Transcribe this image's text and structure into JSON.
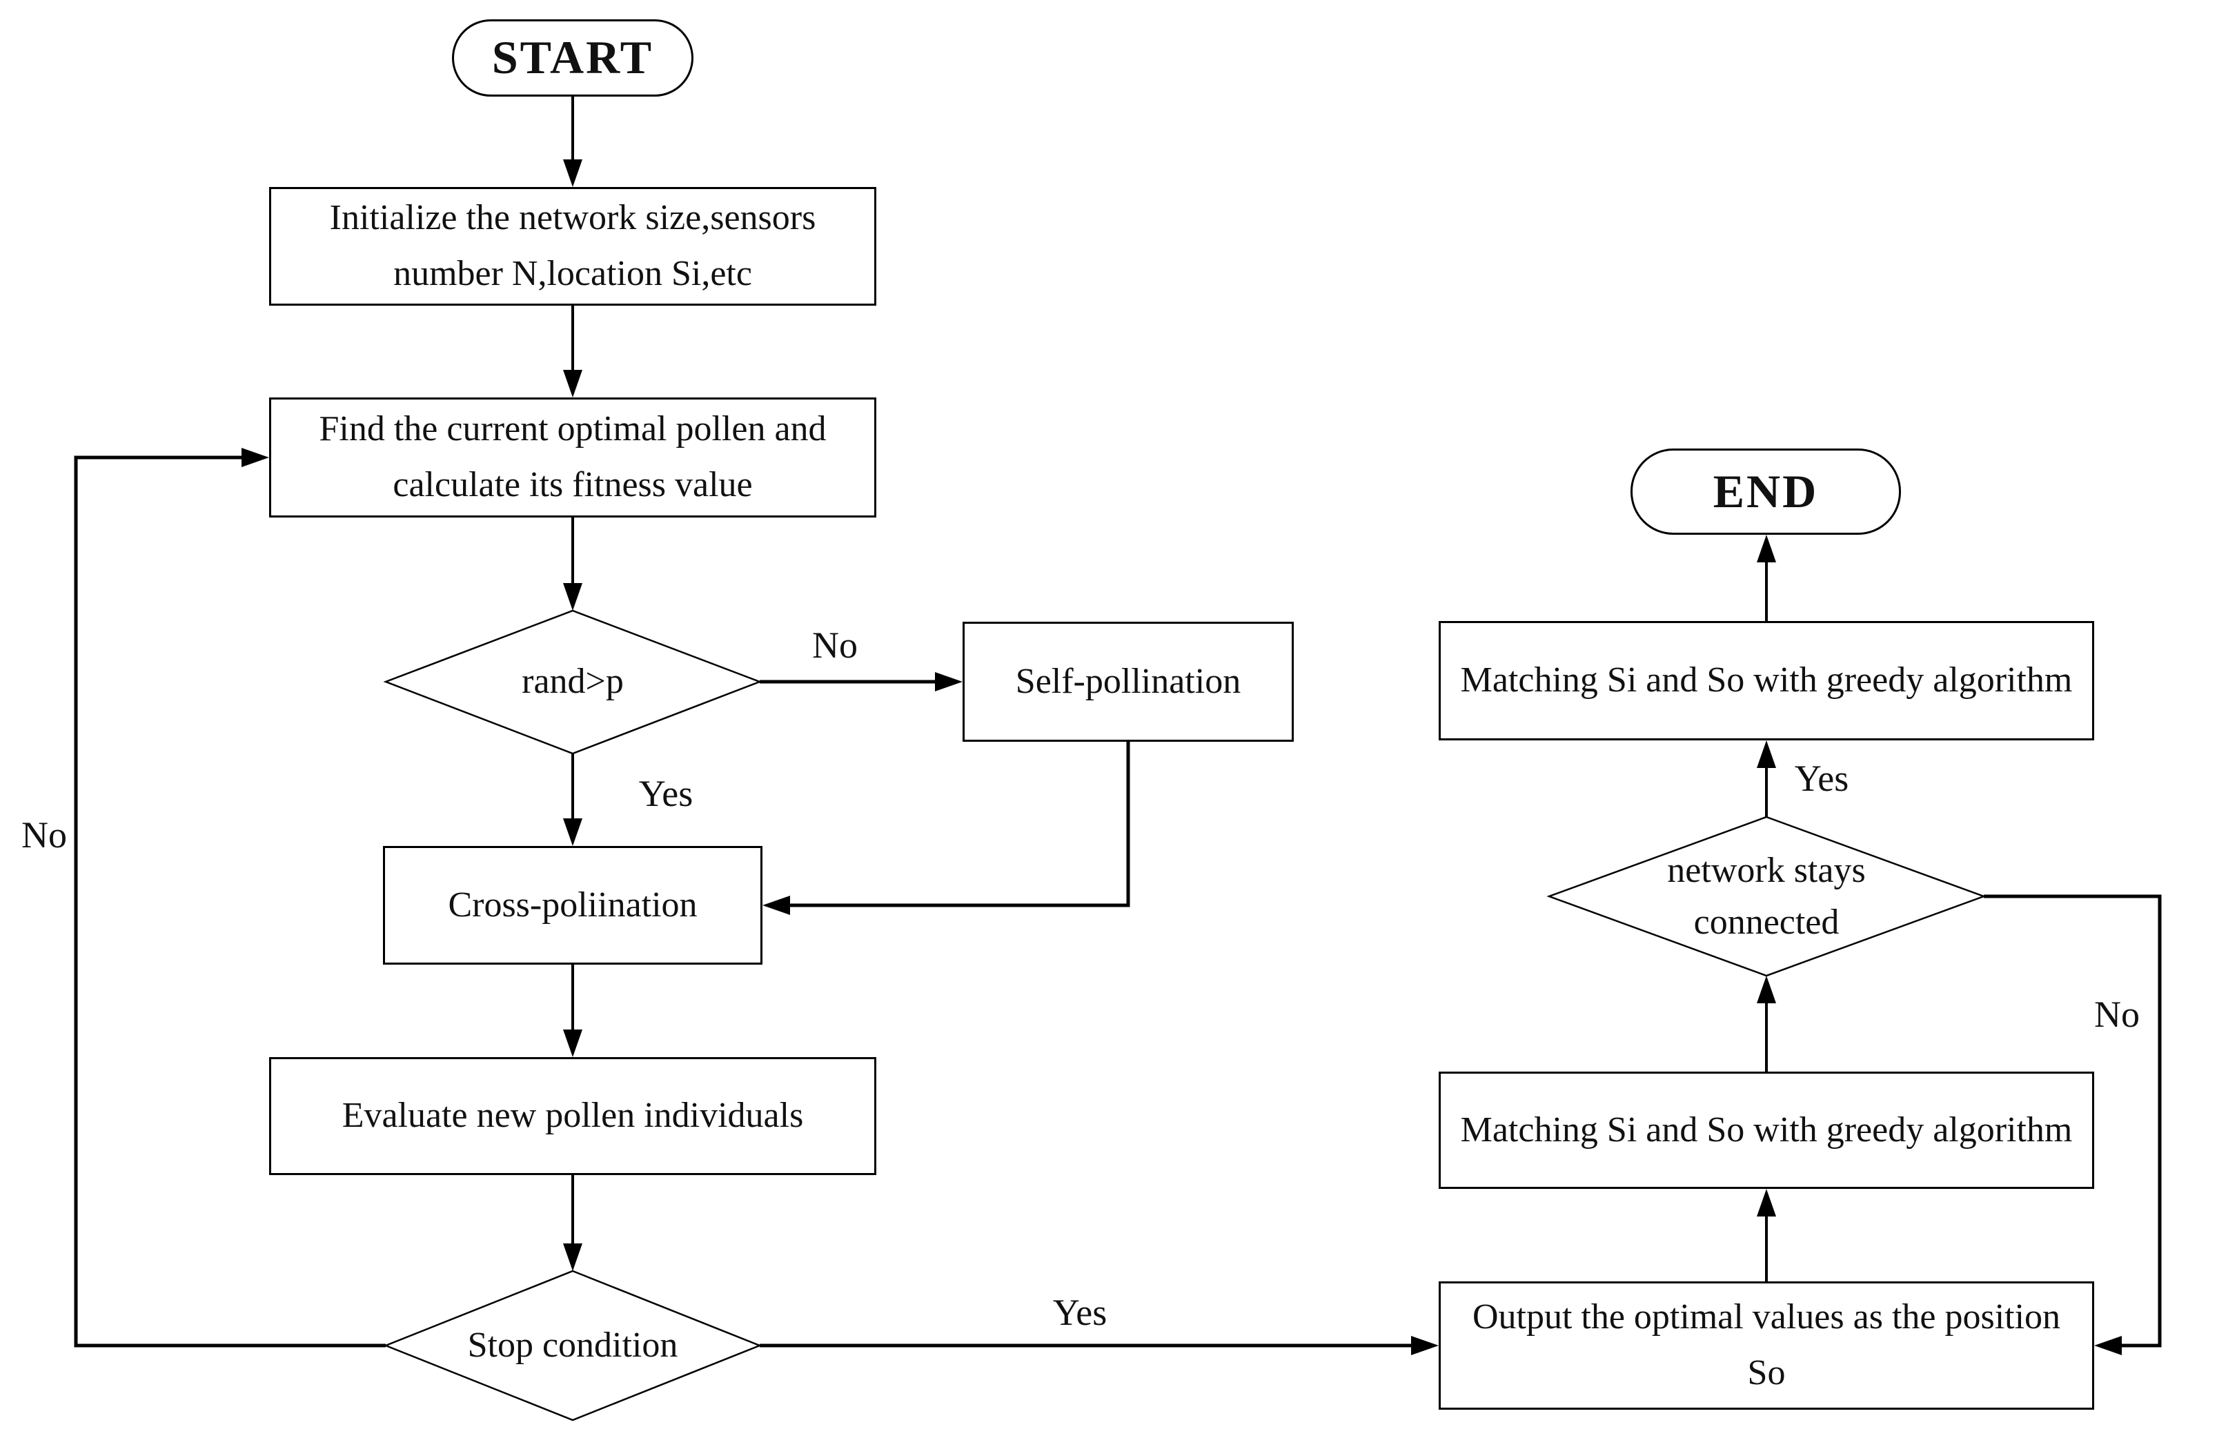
{
  "flowchart": {
    "nodes": {
      "start": {
        "type": "terminator",
        "label": "START"
      },
      "initialize": {
        "type": "process",
        "label": "Initialize the network size,sensors number N,location Si,etc"
      },
      "find_optimal": {
        "type": "process",
        "label": "Find the current optimal pollen and calculate its fitness value"
      },
      "rand_decision": {
        "type": "decision",
        "label": "rand>p"
      },
      "self_pollination": {
        "type": "process",
        "label": "Self-pollination"
      },
      "cross_pollination": {
        "type": "process",
        "label": "Cross-poliination"
      },
      "evaluate": {
        "type": "process",
        "label": "Evaluate new pollen individuals"
      },
      "stop_condition": {
        "type": "decision",
        "label": "Stop condition"
      },
      "output_position": {
        "type": "process",
        "label": "Output the optimal values as the position So"
      },
      "matching_lower": {
        "type": "process",
        "label": "Matching Si and So with greedy algorithm"
      },
      "network_connected": {
        "type": "decision",
        "label": "network stays connected"
      },
      "matching_upper": {
        "type": "process",
        "label": "Matching Si and So with greedy algorithm"
      },
      "end": {
        "type": "terminator",
        "label": "END"
      }
    },
    "edge_labels": {
      "rand_no": "No",
      "rand_yes": "Yes",
      "loop_no": "No",
      "stop_yes": "Yes",
      "network_yes": "Yes",
      "network_no": "No"
    },
    "colors": {
      "line": "#000000",
      "background": "#ffffff",
      "text": "#111111"
    }
  }
}
